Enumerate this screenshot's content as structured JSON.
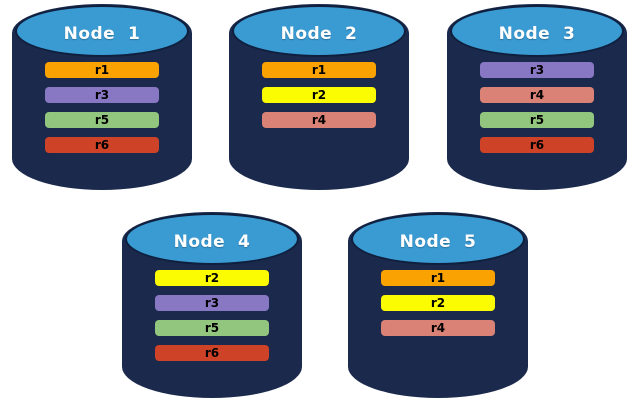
{
  "diagram": {
    "description_colors": {
      "background": "#ffffff",
      "cylinder_body": "#1B2A4C",
      "cylinder_cap": "#3A9AD2",
      "cylinder_cap_border": "#0F1F3D",
      "node_label_text": "#FFFFFF",
      "replica_label_text": "#000000"
    },
    "replica_colors": {
      "r1": "#FAA201",
      "r2": "#FBFB02",
      "r3": "#8878C4",
      "r4": "#D98275",
      "r5": "#92C57E",
      "r6": "#CE4227"
    },
    "nodes": [
      {
        "label": "Node  1",
        "replicas": [
          "r1",
          "r3",
          "r5",
          "r6"
        ]
      },
      {
        "label": "Node  2",
        "replicas": [
          "r1",
          "r2",
          "r4"
        ]
      },
      {
        "label": "Node  3",
        "replicas": [
          "r3",
          "r4",
          "r5",
          "r6"
        ]
      },
      {
        "label": "Node  4",
        "replicas": [
          "r2",
          "r3",
          "r5",
          "r6"
        ]
      },
      {
        "label": "Node  5",
        "replicas": [
          "r1",
          "r2",
          "r4"
        ]
      }
    ]
  }
}
